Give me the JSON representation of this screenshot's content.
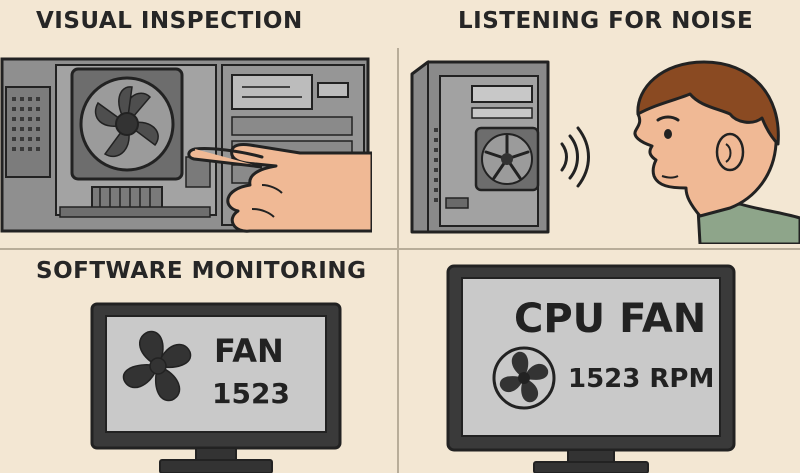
{
  "headings": {
    "visual_inspection": "VISUAL INSPECTION",
    "listening_for_noise": "LISTENING FOR NOISE",
    "software_monitoring": "SOFTWARE MONITORING"
  },
  "monitor_left": {
    "label": "FAN",
    "value": "1523"
  },
  "monitor_right": {
    "title": "CPU FAN",
    "reading": "1523 RPM"
  },
  "colors": {
    "background": "#f3e7d3",
    "outline": "#222222",
    "case_gray": "#8a8a8a",
    "screen_gray": "#c9c9c9",
    "skin": "#f0b995",
    "hair": "#8a4a22"
  },
  "icons": [
    "fan-icon",
    "pointing-hand-icon",
    "sound-waves-icon",
    "person-head-icon",
    "monitor-icon"
  ]
}
